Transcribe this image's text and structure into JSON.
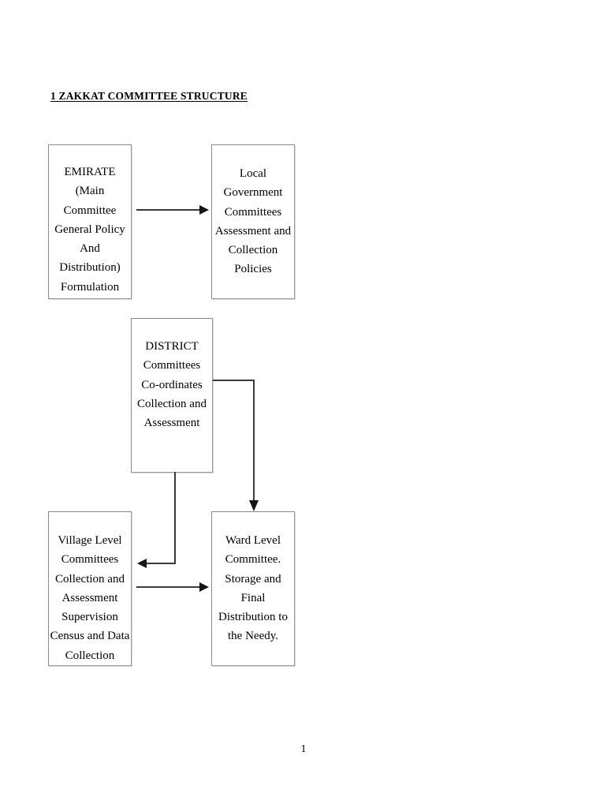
{
  "document": {
    "title": "1 ZAKKAT COMMITTEE STRUCTURE",
    "page_number": "1"
  },
  "diagram": {
    "type": "flowchart",
    "nodes": [
      {
        "id": "emirate",
        "text": "EMIRATE\n(Main Committee\nGeneral Policy\nAnd Distribution)\nFormulation",
        "lines": [
          "EMIRATE",
          "(Main Committee",
          "General Policy",
          "And Distribution)",
          "Formulation"
        ]
      },
      {
        "id": "local-government",
        "text": "Local\nGovernment\nCommittees\nAssessment and\nCollection\nPolicies",
        "lines": [
          "Local",
          "Government",
          "Committees",
          "Assessment and",
          "Collection",
          "Policies"
        ]
      },
      {
        "id": "district",
        "text": "DISTRICT\nCommittees\nCo-ordinates\nCollection and\nAssessment",
        "lines": [
          "DISTRICT",
          "Committees",
          "Co-ordinates",
          "Collection and",
          "Assessment"
        ]
      },
      {
        "id": "village-level",
        "text": "Village Level\nCommittees\nCollection and\nAssessment\nSupervision\nCensus and Data\nCollection",
        "lines": [
          "Village Level",
          "Committees",
          "Collection and",
          "Assessment",
          "Supervision",
          "Census and Data",
          "Collection"
        ]
      },
      {
        "id": "ward-level",
        "text": "Ward Level\nCommittee.\nStorage and\nFinal\nDistribution to\nthe Needy.",
        "lines": [
          "Ward Level",
          "Committee.",
          "Storage and",
          "Final",
          "Distribution to",
          "the Needy."
        ]
      }
    ],
    "connectors": [
      {
        "id": "emirate-to-local",
        "from": "emirate",
        "to": "local-government",
        "shape": "straight",
        "direction": "right"
      },
      {
        "id": "district-to-ward",
        "from": "district",
        "to": "ward-level",
        "shape": "elbow",
        "direction": "down"
      },
      {
        "id": "district-to-village",
        "from": "district",
        "to": "village-level",
        "shape": "elbow",
        "direction": "left"
      },
      {
        "id": "village-to-ward",
        "from": "village-level",
        "to": "ward-level",
        "shape": "straight",
        "direction": "right"
      }
    ]
  },
  "colors": {
    "page_background": "#ffffff",
    "text": "#000000",
    "box_border": "#8a8a8a",
    "connector": "#3a3a3a",
    "arrowhead": "#151515"
  }
}
